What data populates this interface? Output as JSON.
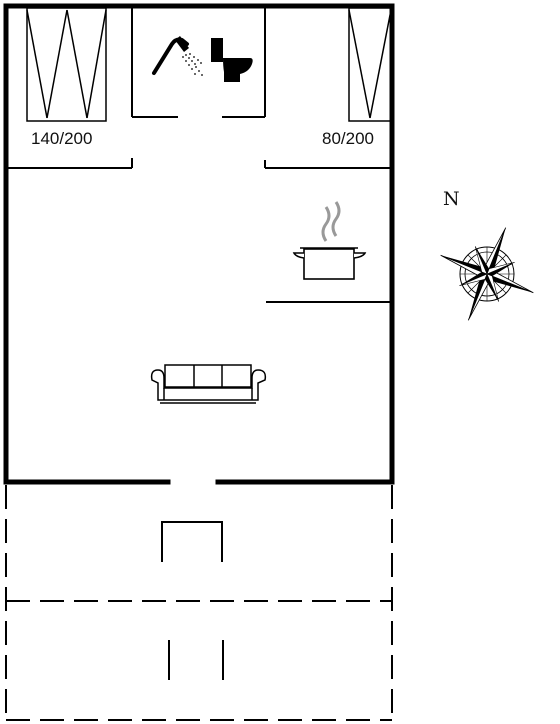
{
  "beds": {
    "left_label": "140/200",
    "right_label": "80/200"
  },
  "compass": {
    "north_label": "N"
  },
  "icons": [
    "shower-icon",
    "toilet-icon",
    "cooking-pot-icon",
    "sofa-icon",
    "compass-rose-icon"
  ],
  "colors": {
    "wall": "#000000",
    "background": "#ffffff"
  }
}
